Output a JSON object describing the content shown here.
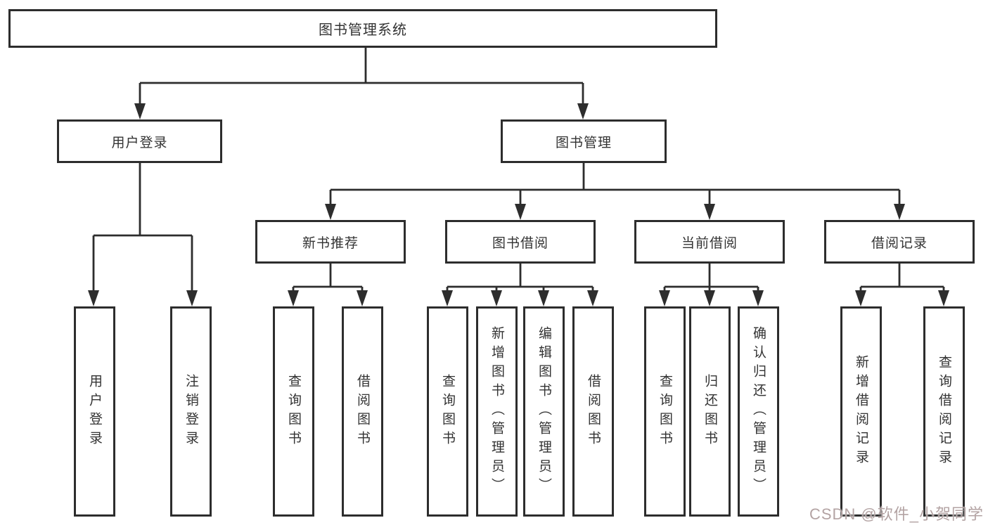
{
  "diagram_title": "图书管理系统",
  "tree": {
    "label": "图书管理系统",
    "children": [
      {
        "label": "用户登录",
        "children": [
          {
            "label": "用户登录"
          },
          {
            "label": "注销登录"
          }
        ]
      },
      {
        "label": "图书管理",
        "children": [
          {
            "label": "新书推荐",
            "children": [
              {
                "label": "查询图书"
              },
              {
                "label": "借阅图书"
              }
            ]
          },
          {
            "label": "图书借阅",
            "children": [
              {
                "label": "查询图书"
              },
              {
                "label": "新增图书（管理员）"
              },
              {
                "label": "编辑图书（管理员）"
              },
              {
                "label": "借阅图书"
              }
            ]
          },
          {
            "label": "当前借阅",
            "children": [
              {
                "label": "查询图书"
              },
              {
                "label": "归还图书"
              },
              {
                "label": "确认归还（管理员）"
              }
            ]
          },
          {
            "label": "借阅记录",
            "children": [
              {
                "label": "新增借阅记录"
              },
              {
                "label": "查询借阅记录"
              }
            ]
          }
        ]
      }
    ]
  },
  "watermark": {
    "text": "CSDN @软件_小贺同学"
  },
  "colors": {
    "line": "#2d2d2d",
    "text": "#333333",
    "background": "#ffffff",
    "watermark": "#b3a3a3"
  }
}
